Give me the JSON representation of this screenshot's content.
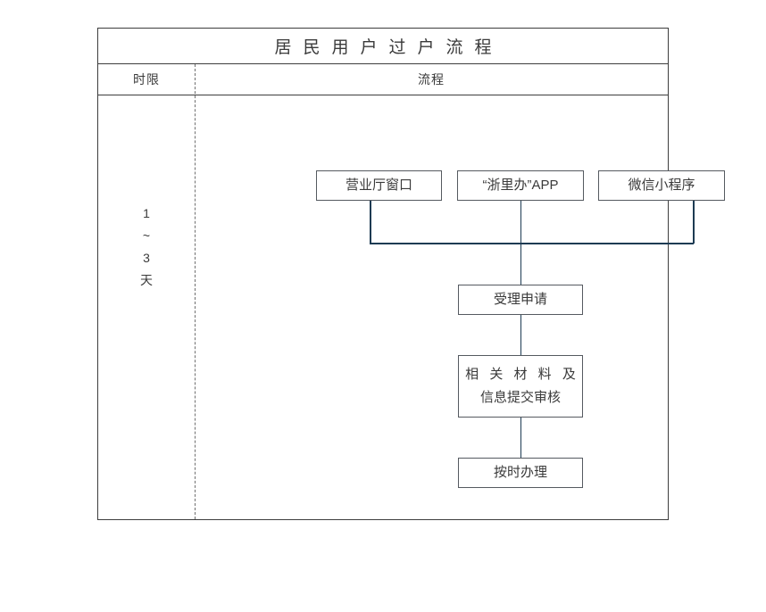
{
  "title": "居 民 用 户 过 户 流 程",
  "title_plain": "居民用户过户流程",
  "header": {
    "time_limit_label": "时限",
    "flow_label": "流程"
  },
  "time_limit": {
    "lines": [
      "1",
      "~",
      "3",
      "天"
    ],
    "value_text": "1~3天"
  },
  "flow": {
    "sources": [
      {
        "id": "hall",
        "label": "营业厅窗口"
      },
      {
        "id": "app",
        "label": "“浙里办”APP"
      },
      {
        "id": "wechat",
        "label": "微信小程序"
      }
    ],
    "steps": [
      {
        "id": "accept",
        "label": "受理申请"
      },
      {
        "id": "review",
        "line1": "相 关 材 料 及",
        "line2": "信息提交审核"
      },
      {
        "id": "process",
        "label": "按时办理"
      }
    ]
  },
  "colors": {
    "background": "#ffffff",
    "table_border": "#3d3d3d",
    "box_border": "#555a60",
    "connector": "#1d3b53",
    "text": "#3a3a3a",
    "divider_dashed": "#6f6f6f"
  }
}
